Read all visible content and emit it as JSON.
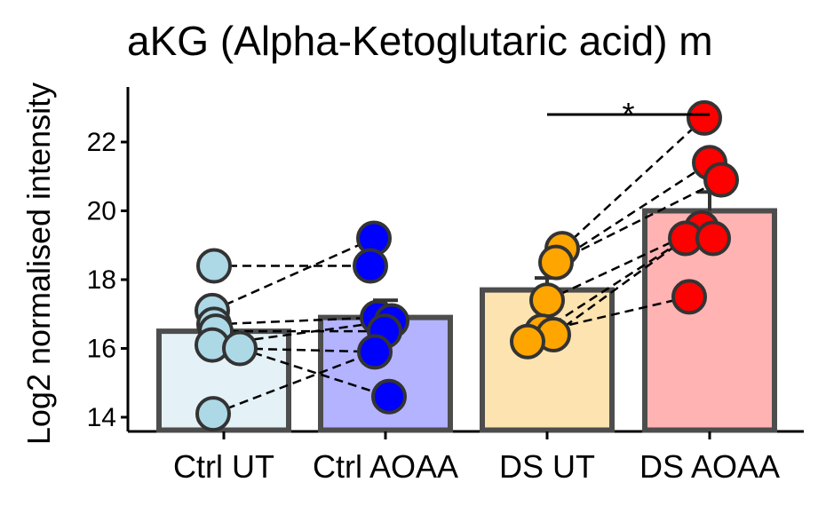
{
  "chart_data": {
    "type": "bar",
    "title": "aKG (Alpha-Ketoglutaric acid) m",
    "xlabel": "",
    "ylabel": "Log2 normalised intensity",
    "ylim": [
      13.5,
      23.4
    ],
    "yticks": [
      14,
      16,
      18,
      20,
      22
    ],
    "grid": false,
    "legend": "none",
    "categories": [
      "Ctrl UT",
      "Ctrl AOAA",
      "DS UT",
      "DS AOAA"
    ],
    "values": [
      16.5,
      16.9,
      17.7,
      20.0
    ],
    "errors": [
      null,
      0.5,
      0.35,
      0.55
    ],
    "bar_fill": [
      "#e4f1f7",
      "#b3b3ff",
      "#fde3b0",
      "#ffb3b3"
    ],
    "point_fill": [
      "#add8e6",
      "#0000ff",
      "#ffa500",
      "#ff0000"
    ],
    "bar_edge": "#4d4d4d",
    "points": [
      [
        18.4,
        17.1,
        16.7,
        16.5,
        16.1,
        16.0,
        14.1
      ],
      [
        19.2,
        18.4,
        16.9,
        16.8,
        16.5,
        15.9,
        14.6
      ],
      [
        18.9,
        18.5,
        17.4,
        16.5,
        16.4,
        16.2
      ],
      [
        22.7,
        21.4,
        20.9,
        19.5,
        19.2,
        19.2,
        17.5
      ]
    ],
    "pairs": [
      {
        "from": [
          0,
          18.4
        ],
        "to": [
          1,
          18.4
        ]
      },
      {
        "from": [
          0,
          17.1
        ],
        "to": [
          1,
          19.2
        ]
      },
      {
        "from": [
          0,
          16.7
        ],
        "to": [
          1,
          16.9
        ]
      },
      {
        "from": [
          0,
          16.5
        ],
        "to": [
          1,
          16.5
        ]
      },
      {
        "from": [
          0,
          16.1
        ],
        "to": [
          1,
          16.8
        ]
      },
      {
        "from": [
          0,
          16.0
        ],
        "to": [
          1,
          15.9
        ]
      },
      {
        "from": [
          0,
          16.0
        ],
        "to": [
          1,
          14.6
        ]
      },
      {
        "from": [
          0,
          14.1
        ],
        "to": [
          1,
          15.9
        ]
      },
      {
        "from": [
          2,
          18.9
        ],
        "to": [
          3,
          22.7
        ]
      },
      {
        "from": [
          2,
          18.5
        ],
        "to": [
          3,
          21.4
        ]
      },
      {
        "from": [
          2,
          18.5
        ],
        "to": [
          3,
          20.9
        ]
      },
      {
        "from": [
          2,
          17.4
        ],
        "to": [
          3,
          19.5
        ]
      },
      {
        "from": [
          2,
          16.5
        ],
        "to": [
          3,
          19.2
        ]
      },
      {
        "from": [
          2,
          16.4
        ],
        "to": [
          3,
          19.2
        ]
      },
      {
        "from": [
          2,
          16.7
        ],
        "to": [
          3,
          17.5
        ]
      }
    ],
    "significance": {
      "from": 2,
      "to": 3,
      "y": 22.8,
      "label": "*"
    }
  }
}
